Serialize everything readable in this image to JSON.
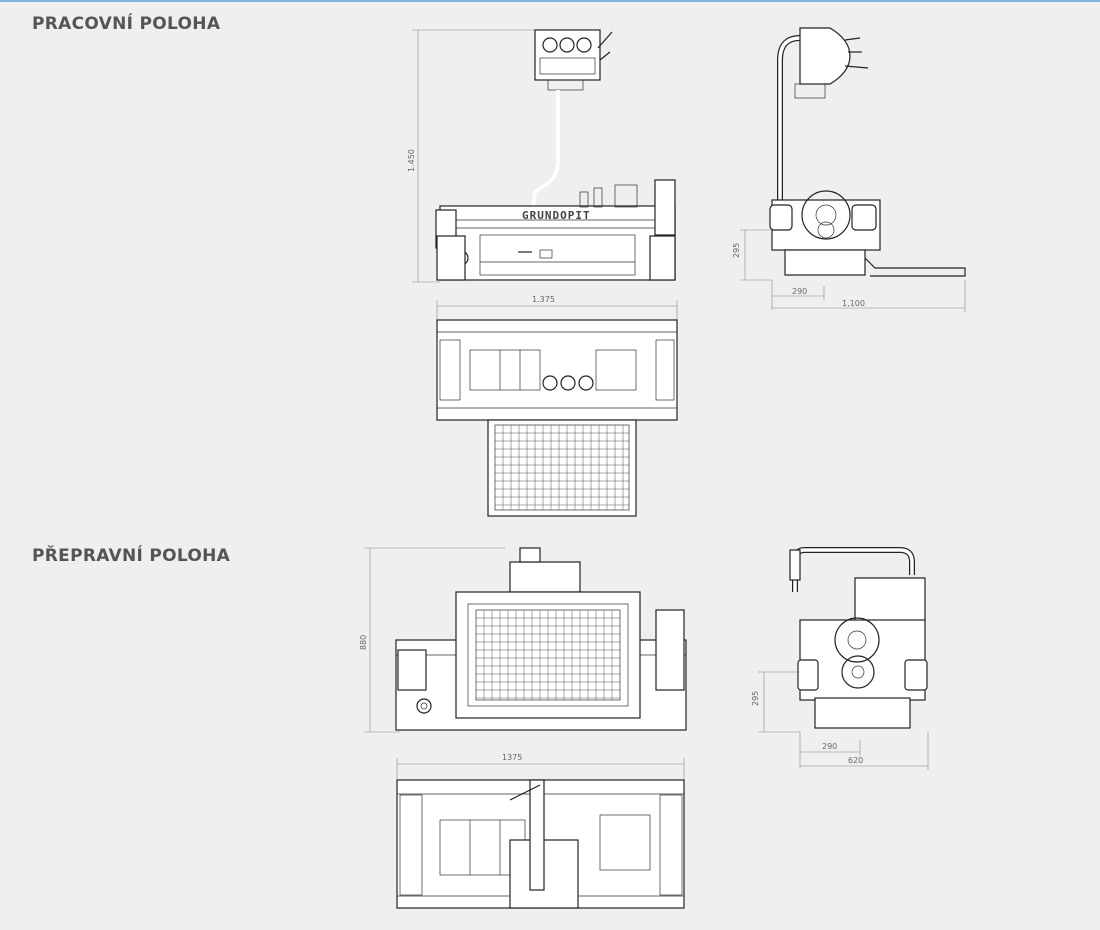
{
  "sections": {
    "working": {
      "title": "PRACOVNÍ POLOHA",
      "dims": {
        "front_height": "1.450",
        "top_width": "1.375",
        "side_height": "295",
        "side_base": "290",
        "side_width": "1,100"
      },
      "brand_text": "GRUNDOPIT"
    },
    "transport": {
      "title": "PŘEPRAVNÍ POLOHA",
      "dims": {
        "front_height": "880",
        "top_width": "1375",
        "side_height": "295",
        "side_base": "290",
        "side_width": "620"
      }
    }
  }
}
